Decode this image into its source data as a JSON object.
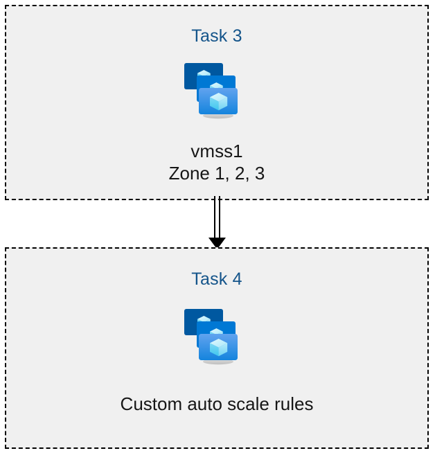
{
  "diagram": {
    "type": "flow",
    "orientation": "vertical",
    "background_color": "#FFFFFF",
    "box_fill_color": "#F0F0F0",
    "box_border_color": "#000000",
    "box_border_style": "dashed",
    "title_color": "#14548A",
    "caption_color": "#161616"
  },
  "boxes": [
    {
      "id": "task-3",
      "title": "Task 3",
      "icon": "azure-vm-scale-set-icon",
      "caption": "vmss1\nZone 1, 2, 3",
      "caption_lines": [
        "vmss1",
        "Zone 1, 2, 3"
      ]
    },
    {
      "id": "task-4",
      "title": "Task 4",
      "icon": "azure-vm-scale-set-icon",
      "caption": "Custom auto scale rules",
      "caption_lines": [
        "Custom auto scale rules"
      ]
    }
  ],
  "connector": {
    "name": "arrow-down",
    "style": "double-line",
    "from": "task-3",
    "to": "task-4",
    "color": "#000000"
  },
  "icon_colors": {
    "screen_back": "#0058A0",
    "screen_middle": "#0078D4",
    "screen_front_top": "#61A3EF",
    "screen_front_bottom": "#1484DD",
    "cube_light": "#C3F1FD",
    "cube_mid": "#86DDF7",
    "cube_dark": "#32C3ED",
    "stand_light": "#E3E3E3",
    "stand_dark": "#9B9B9B"
  }
}
